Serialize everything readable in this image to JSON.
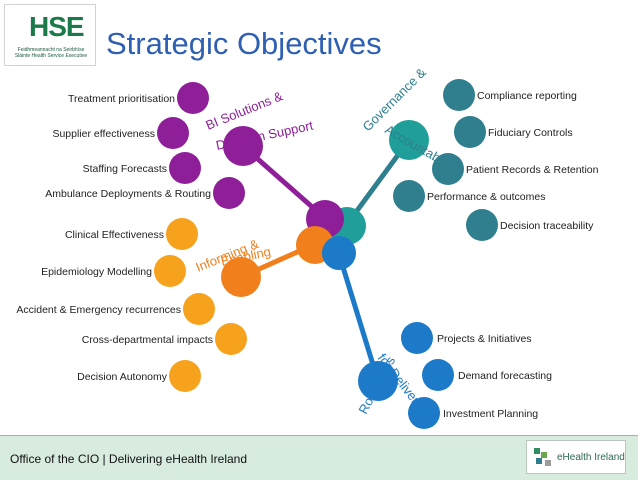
{
  "header": {
    "title": "Strategic Objectives",
    "logo_text": "Feidhmeannacht na Seirbhíse Sláinte Health Service Executive"
  },
  "colors": {
    "purple": "#8e1f99",
    "teal": "#2f7f8e",
    "orange": "#f07f1c",
    "blue": "#1c7ac8",
    "light_orange": "#f7a21d"
  },
  "categories": [
    {
      "name": "BI Solutions & Decision Support",
      "color": "purple",
      "line1": "BI Solutions &",
      "line2": "Decision Support"
    },
    {
      "name": "Governance & Accountability",
      "color": "teal",
      "line1": "Governance &",
      "line2": "Accountability"
    },
    {
      "name": "Informing & Enabling",
      "color": "orange",
      "line1": "Informing &",
      "line2": "Enabling"
    },
    {
      "name": "Roadmaps for Delivery",
      "color": "blue",
      "line1": "Roadmaps",
      "line2": "for Delivery"
    }
  ],
  "bi_items": [
    "Treatment prioritisation",
    "Supplier effectiveness",
    "Staffing Forecasts",
    "Ambulance Deployments & Routing"
  ],
  "gov_items": [
    "Compliance reporting",
    "Fiduciary Controls",
    "Patient Records & Retention",
    "Performance & outcomes",
    "Decision traceability"
  ],
  "inf_items": [
    "Clinical Effectiveness",
    "Epidemiology Modelling",
    "Accident & Emergency recurrences",
    "Cross-departmental impacts",
    "Decision Autonomy"
  ],
  "road_items": [
    "Projects & Initiatives",
    "Demand forecasting",
    "Investment Planning"
  ],
  "footer": {
    "text": "Office of the CIO | Delivering eHealth Ireland",
    "logo_label": "eHealth Ireland"
  }
}
